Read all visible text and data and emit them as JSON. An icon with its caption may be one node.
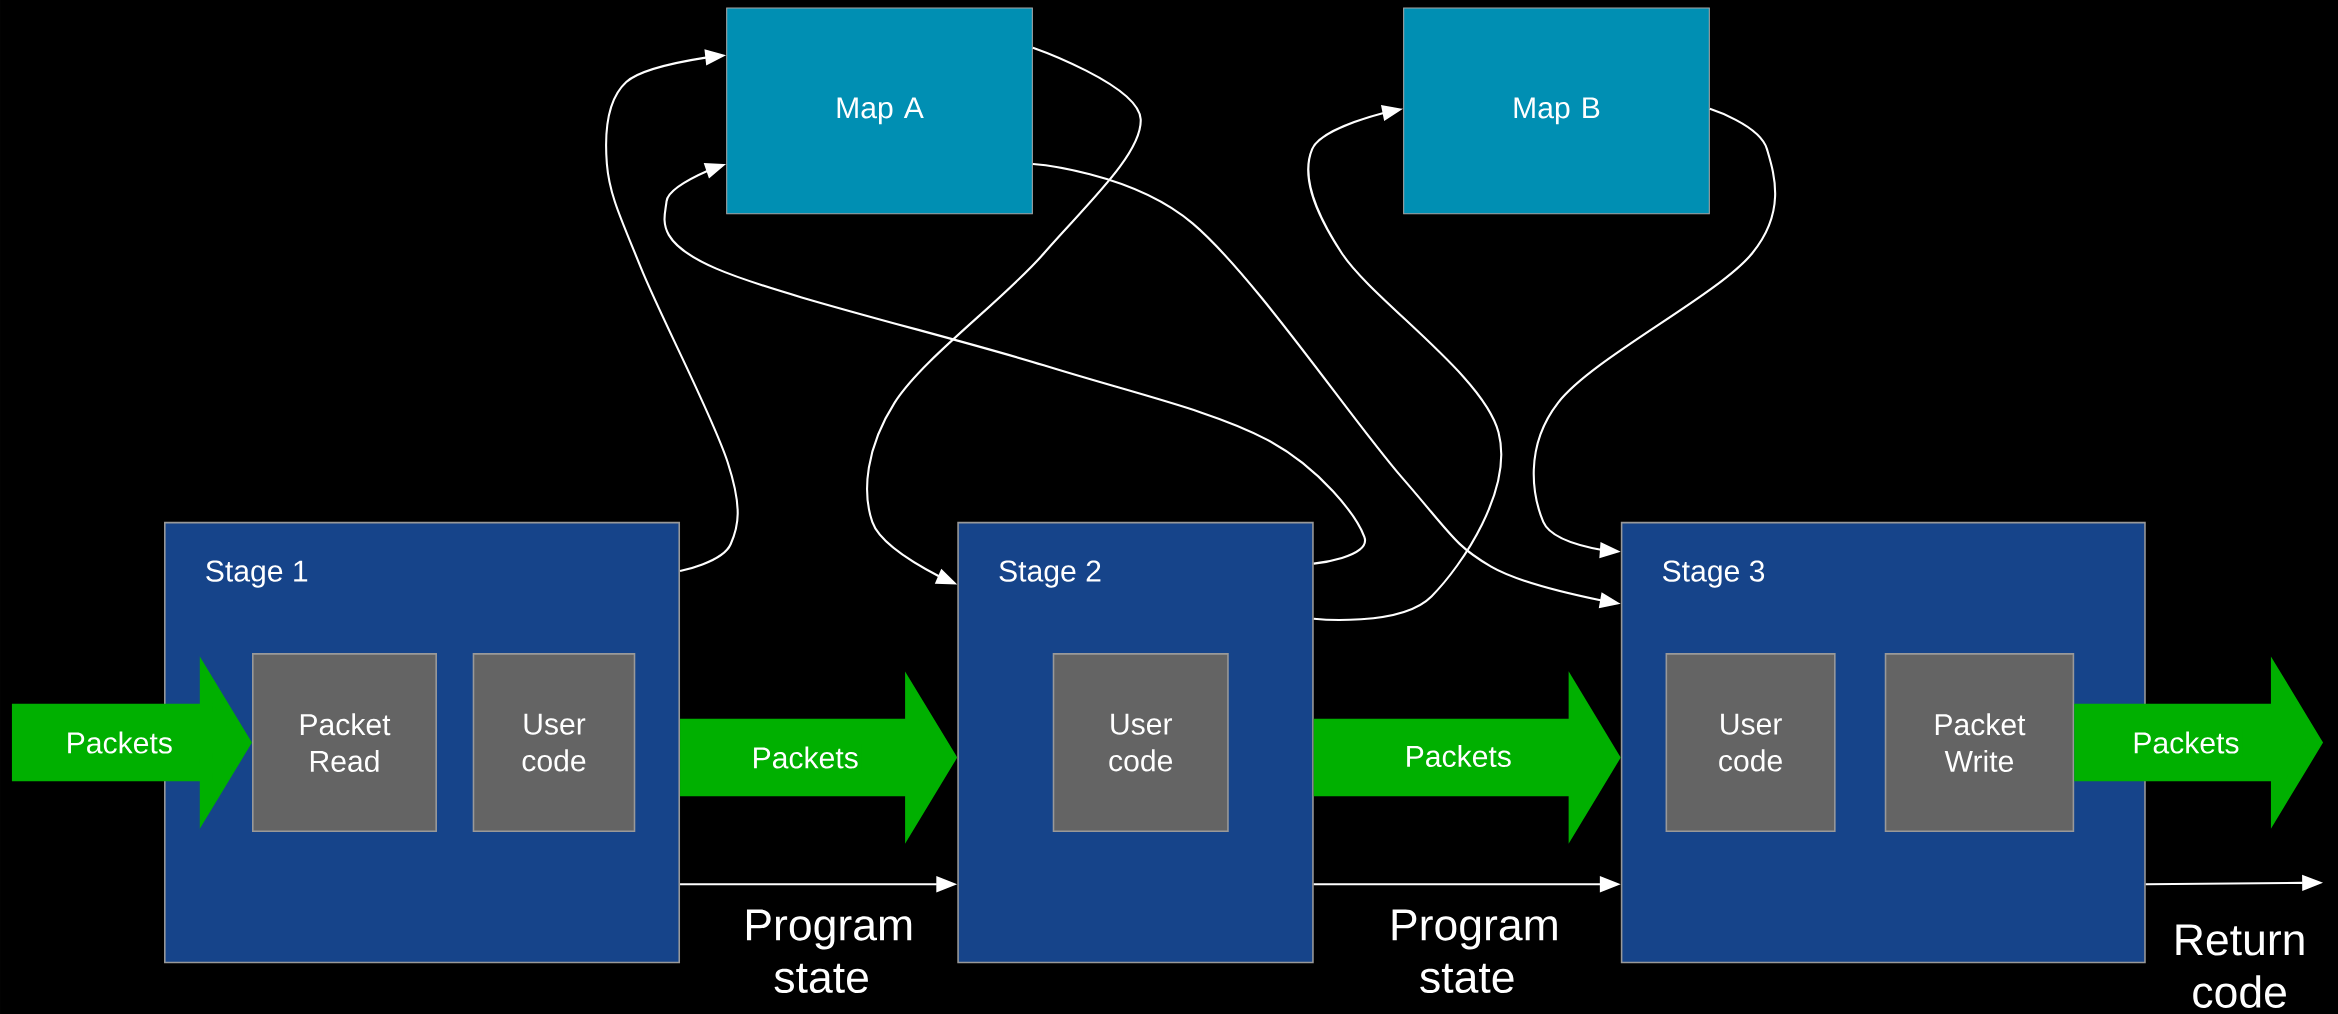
{
  "diagram": {
    "nodes": [
      {
        "text": [
          "Stage 1"
        ]
      },
      {
        "text": [
          "Packet Read"
        ],
        "in": 0
      },
      {
        "text": [
          "User code"
        ],
        "in": 0
      },
      {
        "text": [
          "Stage 2"
        ]
      },
      {
        "text": [
          "User code"
        ],
        "in": 3
      },
      {
        "text": [
          "Stage 3"
        ]
      },
      {
        "text": [
          "User code"
        ],
        "in": 5
      },
      {
        "text": [
          "Packet Write"
        ],
        "in": 5
      },
      {
        "text": [
          "Map A"
        ]
      },
      {
        "text": [
          "Map B"
        ]
      }
    ],
    "edges": [
      {
        "from": null,
        "to": 1,
        "arrow": "to",
        "label": "Packets",
        "style": "thick",
        "color": "#00b000"
      },
      {
        "from": 0,
        "to": 3,
        "arrow": "to",
        "label": "Packets",
        "style": "thick",
        "color": "#00b000"
      },
      {
        "from": 3,
        "to": 5,
        "arrow": "to",
        "label": "Packets",
        "style": "thick",
        "color": "#00b000"
      },
      {
        "from": 7,
        "to": null,
        "arrow": "to",
        "label": "Packets",
        "style": "thick",
        "color": "#00b000"
      },
      {
        "from": 0,
        "to": 3,
        "arrow": "to",
        "label": "Program state"
      },
      {
        "from": 3,
        "to": 5,
        "arrow": "to",
        "label": "Program state"
      },
      {
        "from": 5,
        "to": null,
        "arrow": "to",
        "label": "Return code"
      },
      {
        "from": 0,
        "to": 8,
        "arrow": "to"
      },
      {
        "from": 3,
        "to": 8,
        "arrow": "to"
      },
      {
        "from": 8,
        "to": 3,
        "arrow": "to"
      },
      {
        "from": 8,
        "to": 5,
        "arrow": "to"
      },
      {
        "from": 3,
        "to": 9,
        "arrow": "to"
      },
      {
        "from": 9,
        "to": 5,
        "arrow": "to"
      }
    ]
  }
}
